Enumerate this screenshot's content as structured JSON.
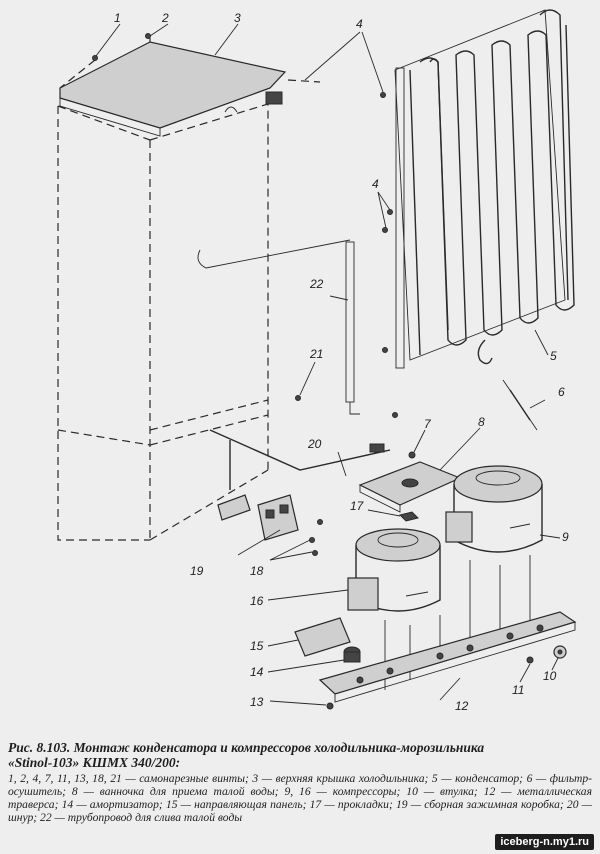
{
  "callouts": {
    "c1": "1",
    "c2": "2",
    "c3": "3",
    "c4a": "4",
    "c4b": "4",
    "c5": "5",
    "c6": "6",
    "c7": "7",
    "c8": "8",
    "c9": "9",
    "c10": "10",
    "c11": "11",
    "c12": "12",
    "c13": "13",
    "c14": "14",
    "c15": "15",
    "c16": "16",
    "c17": "17",
    "c18": "18",
    "c19": "19",
    "c20": "20",
    "c21": "21",
    "c22": "22"
  },
  "caption": {
    "title_line1": "Рис. 8.103. Монтаж конденсатора и компрессоров холодильника-морозильника",
    "title_line2": "«Stinol-103» КШМХ 340/200:",
    "legend": "1, 2, 4, 7, 11, 13, 18, 21 — самонарезные винты; 3 — верхняя крышка холодильника; 5 — конденсатор; 6 — фильтр-осушитель; 8 — ванночка для приема талой воды; 9, 16 — компрессоры; 10 — втулка; 12 — металлическая траверса; 14 — амортизатор; 15 — направляющая панель; 17 — прокладки; 19 — сборная зажимная коробка; 20 — шнур; 22 — трубопровод для слива талой воды"
  },
  "watermark": "iceberg-n.my1.ru"
}
